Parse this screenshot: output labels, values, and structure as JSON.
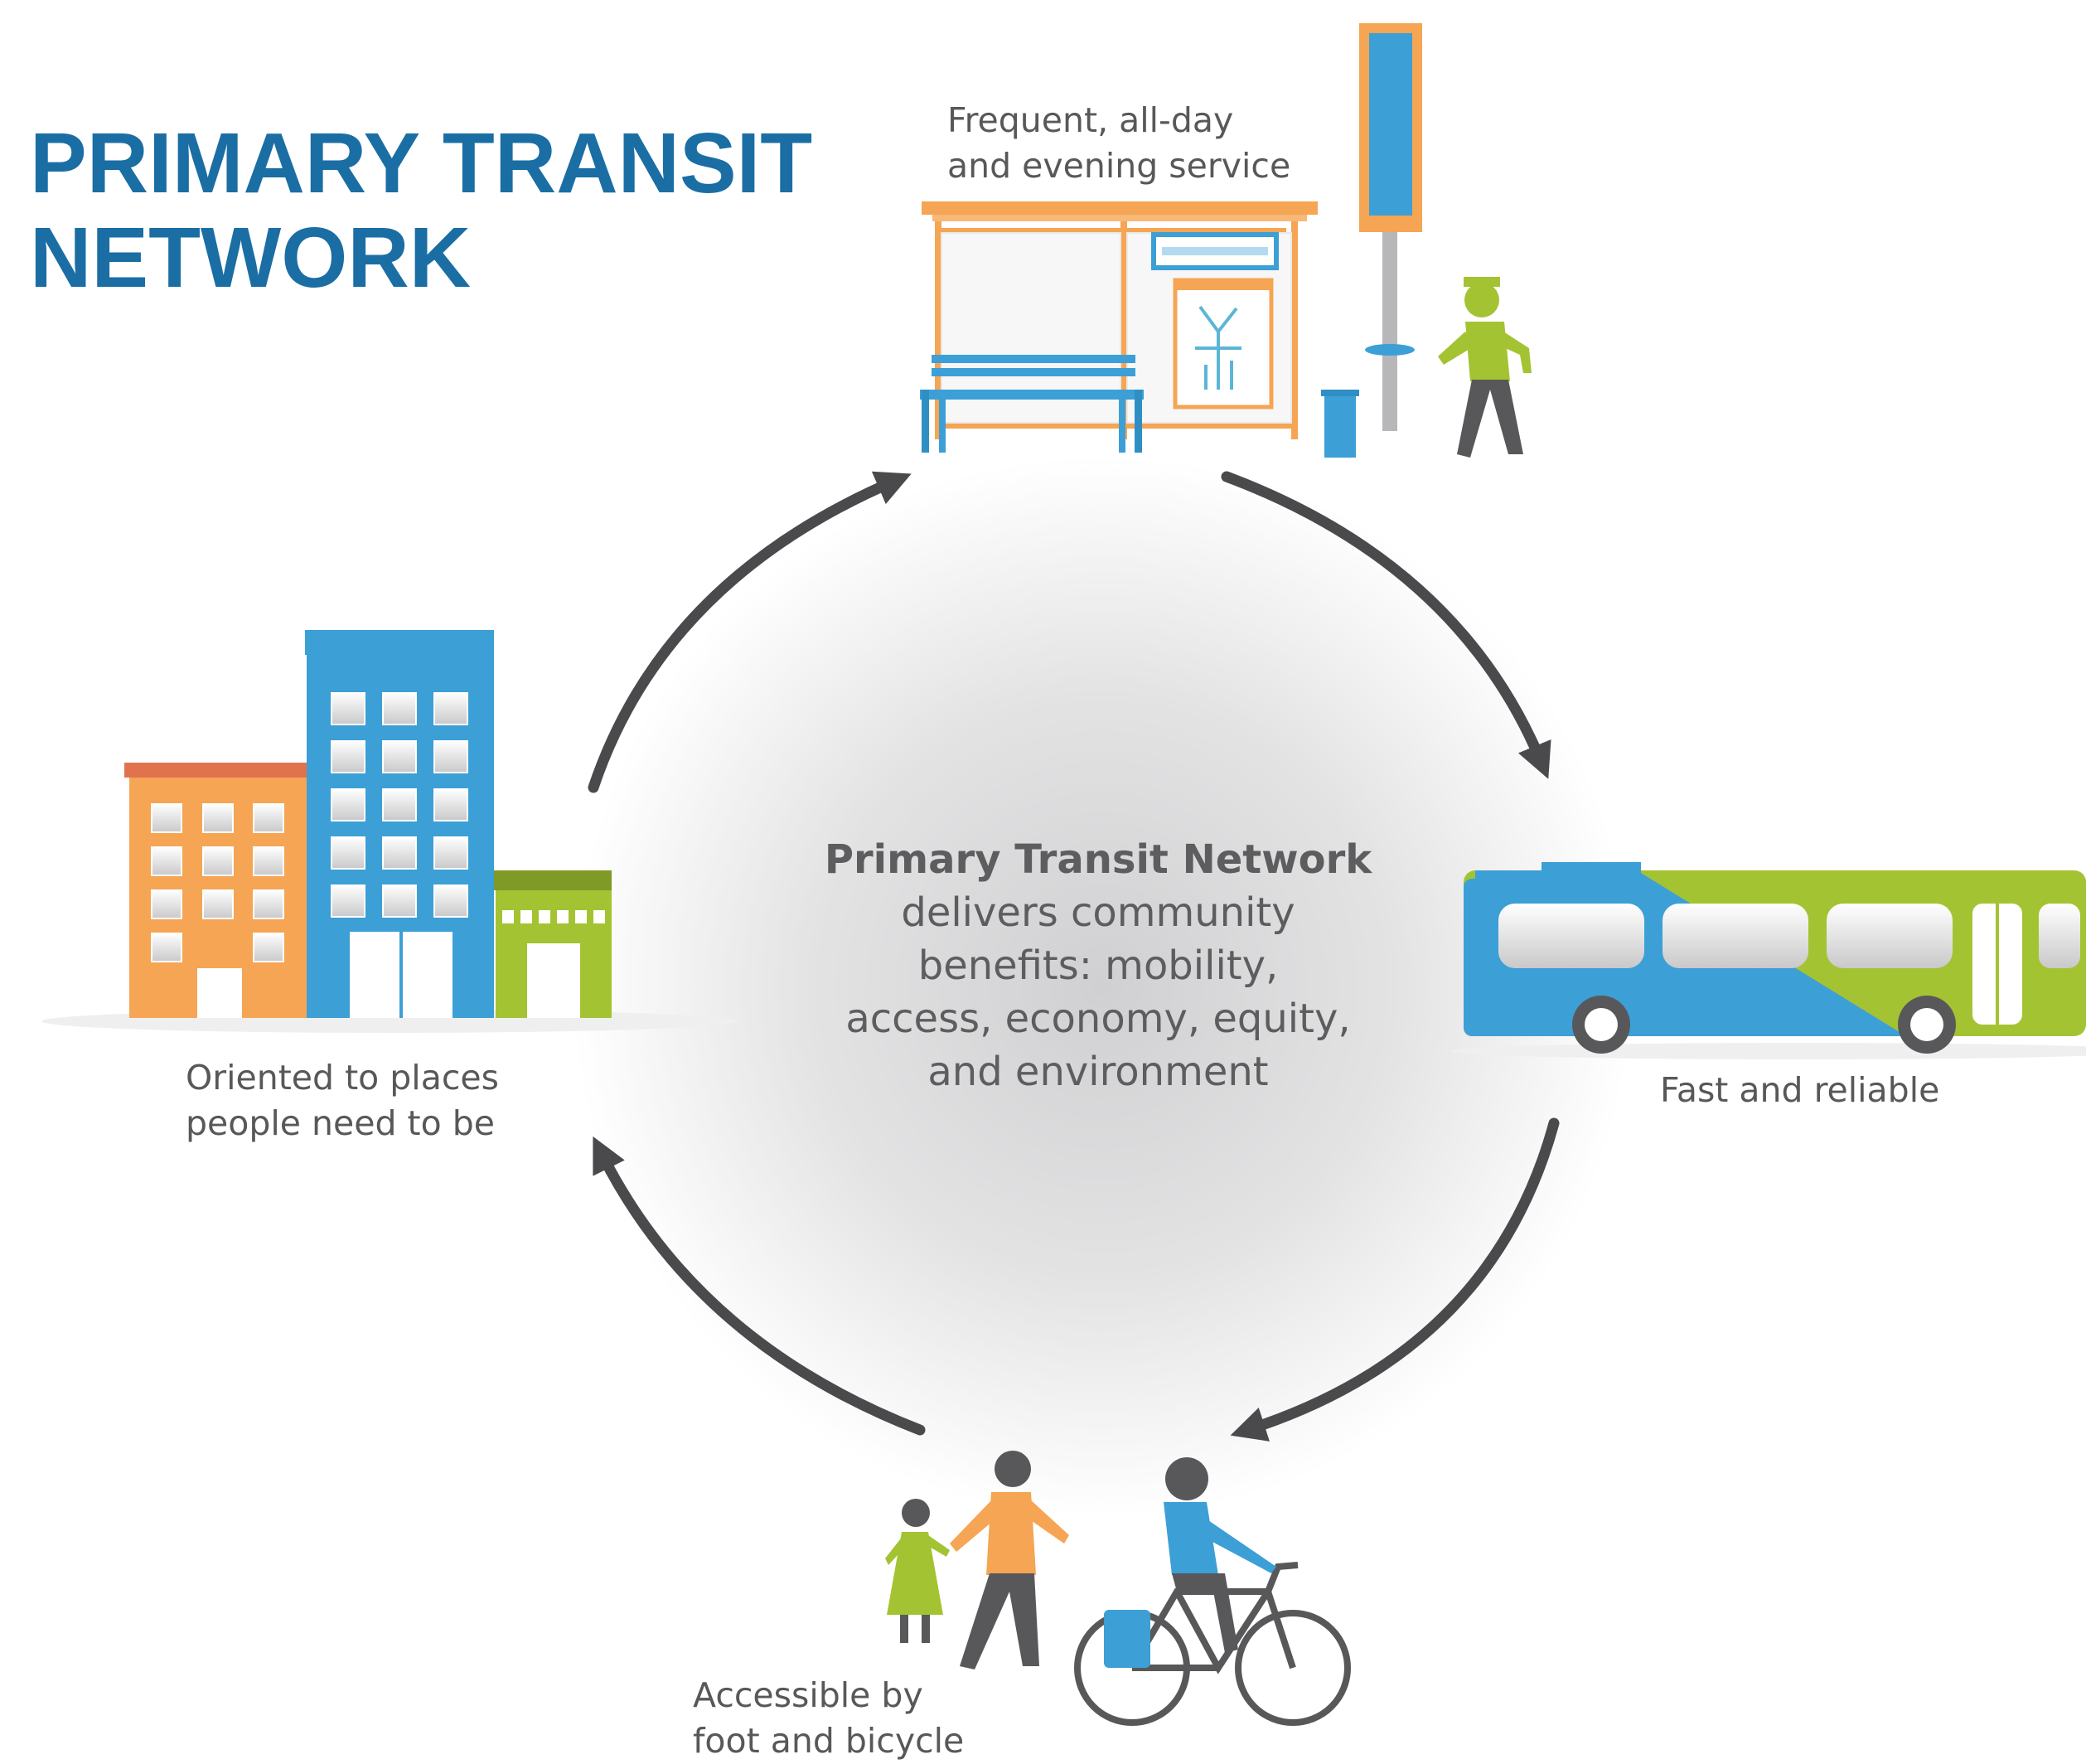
{
  "title": {
    "line1": "PRIMARY TRANSIT",
    "line2": "NETWORK"
  },
  "center": {
    "heading": "Primary Transit Network",
    "lines": [
      "delivers community",
      "benefits: mobility,",
      "access, economy, equity,",
      "and environment"
    ]
  },
  "nodes": {
    "service": {
      "lines": [
        "Frequent, all-day",
        "and evening service"
      ]
    },
    "speed": {
      "lines": [
        "Fast and reliable"
      ]
    },
    "access": {
      "lines": [
        "Accessible by",
        "foot and bicycle"
      ]
    },
    "places": {
      "lines": [
        "Oriented to places",
        "people need to be"
      ]
    }
  },
  "colors": {
    "title_blue": "#1a6ea4",
    "blue": "#3c9fd6",
    "orange": "#f5a553",
    "green": "#a4c332",
    "gray": "#58585a",
    "arrow": "#4a4a4c"
  }
}
